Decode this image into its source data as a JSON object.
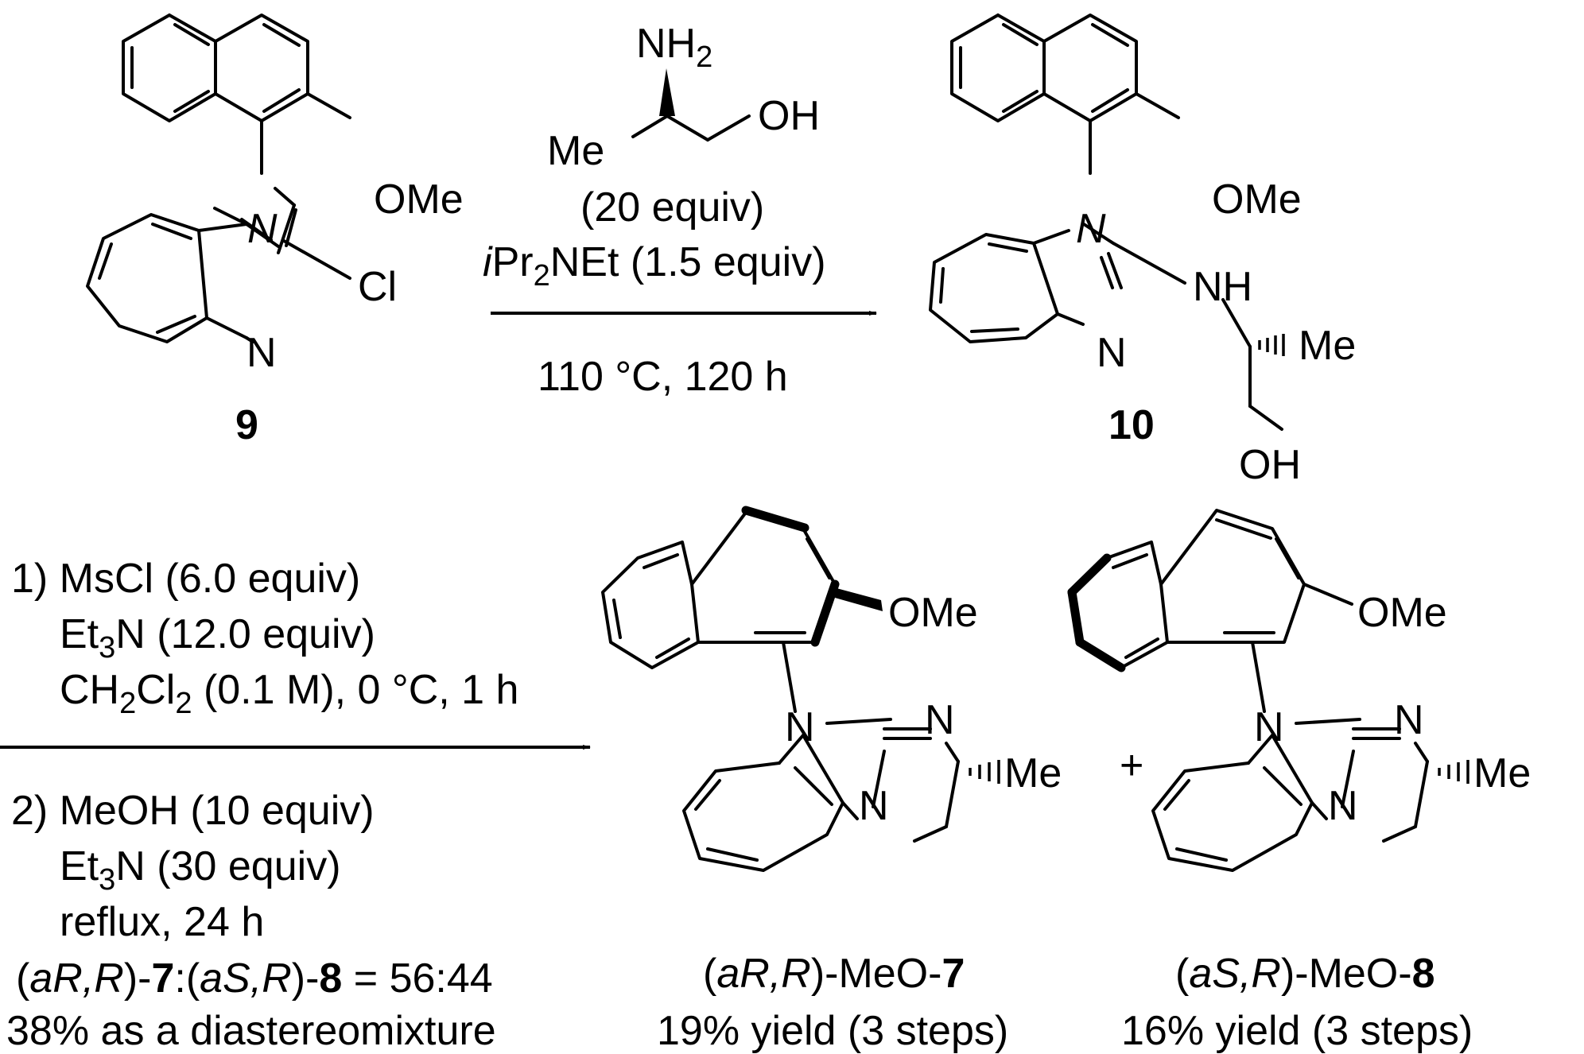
{
  "top": {
    "sm": {
      "ocme": "OMe",
      "n1": "N",
      "n3": "N",
      "cl": "Cl",
      "id": "9"
    },
    "reagents": {
      "nh2": "NH",
      "nh2_sub": "2",
      "oh": "OH",
      "me": "Me",
      "equiv": "(20 equiv)",
      "base_i": "i",
      "base_a": "Pr",
      "base_sub": "2",
      "base_b": "NEt (1.5 equiv)",
      "cond": "110 °C, 120 h"
    },
    "prod": {
      "ocme": "OMe",
      "n1": "N",
      "n3": "N",
      "nh": "NH",
      "me": "Me",
      "oh": "OH",
      "id": "10"
    }
  },
  "bottom": {
    "conditions": {
      "s1a": "1) MsCl (6.0 equiv)",
      "s1b_a": "Et",
      "s1b_sub": "3",
      "s1b_b": "N (12.0 equiv)",
      "s1c_a": "CH",
      "s1c_sub1": "2",
      "s1c_b": "Cl",
      "s1c_sub2": "2",
      "s1c_c": " (0.1 M), 0 °C, 1 h",
      "s2a": "2) MeOH (10 equiv)",
      "s2b_a": "Et",
      "s2b_sub": "3",
      "s2b_b": "N (30 equiv)",
      "s2c": "reflux, 24 h",
      "ratio_p1": "(",
      "ratio_p2": "aR,R",
      "ratio_p3": ")-",
      "ratio_p4": "7",
      "ratio_p5": ":(",
      "ratio_p6": "aS,R",
      "ratio_p7": ")-",
      "ratio_p8": "8",
      "ratio_p9": " = 56:44",
      "yield": "38% as a diastereomixture"
    },
    "p7": {
      "ome": "OMe",
      "n9": "N",
      "n1": "N",
      "n4": "N",
      "me": "Me",
      "name_a": "(",
      "name_b": "aR,R",
      "name_c": ")-MeO-",
      "name_d": "7",
      "yield": "19% yield (3 steps)"
    },
    "plus": "+",
    "p8": {
      "ome": "OMe",
      "n9": "N",
      "n1": "N",
      "n4": "N",
      "me": "Me",
      "name_a": "(",
      "name_b": "aS,R",
      "name_c": ")-MeO-",
      "name_d": "8",
      "yield": "16% yield (3 steps)"
    }
  }
}
